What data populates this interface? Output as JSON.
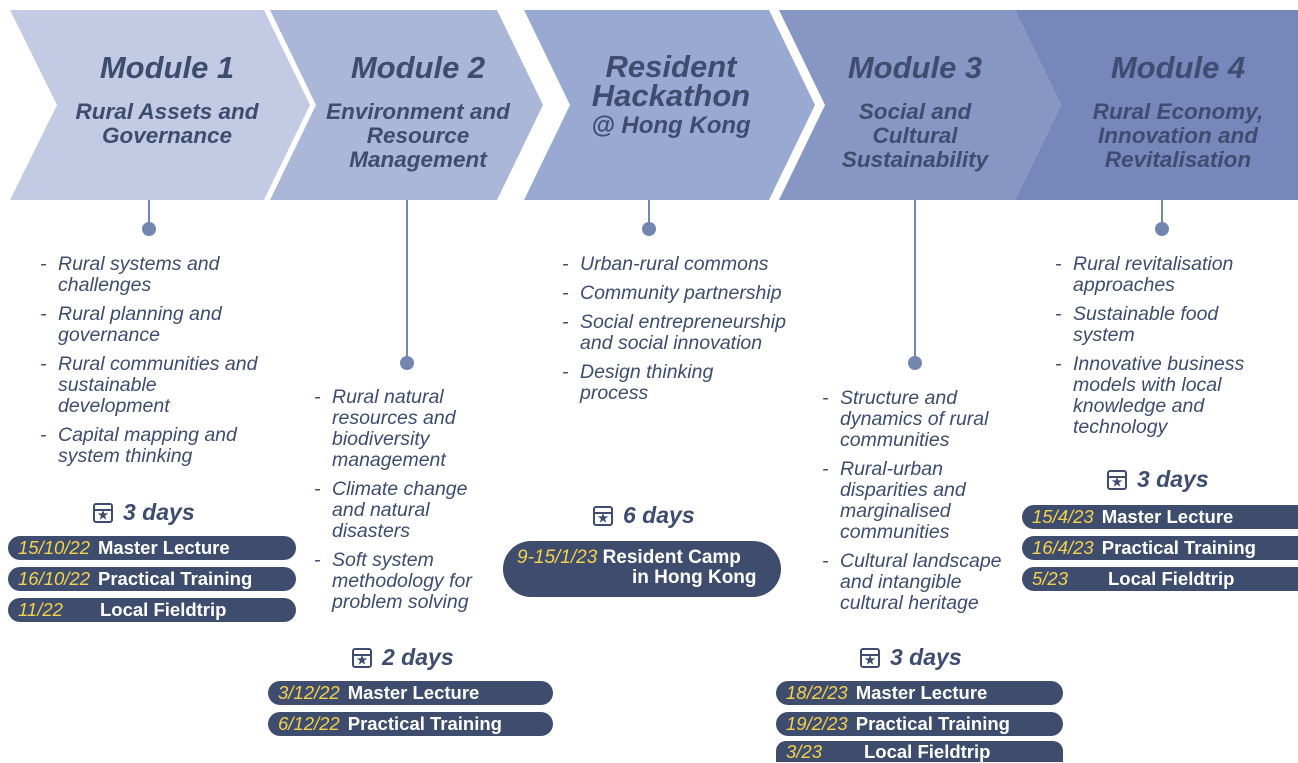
{
  "modules": [
    {
      "title": "Module 1",
      "subtitle": [
        "Rural Assets and",
        "Governance"
      ]
    },
    {
      "title": "Module 2",
      "subtitle": [
        "Environment and",
        "Resource",
        "Management"
      ]
    },
    {
      "title": [
        "Resident",
        "Hackathon"
      ],
      "subtitle": [
        "@ Hong Kong"
      ]
    },
    {
      "title": "Module 3",
      "subtitle": [
        "Social and",
        "Cultural",
        "Sustainability"
      ]
    },
    {
      "title": "Module 4",
      "subtitle": [
        "Rural Economy,",
        "Innovation and",
        "Revitalisation"
      ]
    }
  ],
  "topics": {
    "m1": [
      "Rural systems and challenges",
      "Rural planning and governance",
      "Rural communities and sustainable development",
      "Capital mapping and system thinking"
    ],
    "m2": [
      "Rural natural resources and biodiversity management",
      "Climate change and natural disasters",
      "Soft system methodology for problem solving"
    ],
    "hack": [
      "Urban-rural commons",
      "Community partnership",
      "Social entrepreneurship and social innovation",
      "Design thinking process"
    ],
    "m3": [
      "Structure and dynamics of rural communities",
      "Rural-urban disparities and marginalised communities",
      "Cultural landscape and intangible cultural heritage"
    ],
    "m4": [
      "Rural revitalisation approaches",
      "Sustainable food system",
      "Innovative business models with local knowledge and technology"
    ]
  },
  "durations": {
    "m1": "3 days",
    "m2": "2 days",
    "hack": "6 days",
    "m3": "3 days",
    "m4": "3 days"
  },
  "schedule": {
    "m1": [
      {
        "date": "15/10/22",
        "label": "Master Lecture"
      },
      {
        "date": "16/10/22",
        "label": "Practical Training"
      },
      {
        "date": "11/22",
        "label": "Local Fieldtrip"
      }
    ],
    "m2": [
      {
        "date": "3/12/22",
        "label": "Master Lecture"
      },
      {
        "date": "6/12/22",
        "label": "Practical Training"
      }
    ],
    "hack": {
      "date": "9-15/1/23",
      "label_line1": "Resident Camp",
      "label_line2": "in Hong Kong"
    },
    "m3": [
      {
        "date": "18/2/23",
        "label": "Master Lecture"
      },
      {
        "date": "19/2/23",
        "label": "Practical Training"
      },
      {
        "date": "3/23",
        "label": "Local Fieldtrip"
      }
    ],
    "m4": [
      {
        "date": "15/4/23",
        "label": "Master Lecture"
      },
      {
        "date": "16/4/23",
        "label": "Practical Training"
      },
      {
        "date": "5/23",
        "label": "Local Fieldtrip"
      }
    ]
  },
  "colors": {
    "banner": [
      "#c2cbe3",
      "#aab7d8",
      "#98a9d2",
      "#8797c4",
      "#7587bb"
    ],
    "text_dark": "#3d4c6f",
    "pill_bg": "#3e4d6e",
    "date_yellow": "#f5d24c",
    "connector": "#7386b0"
  },
  "icons": {
    "duration": "calendar-star-icon"
  }
}
